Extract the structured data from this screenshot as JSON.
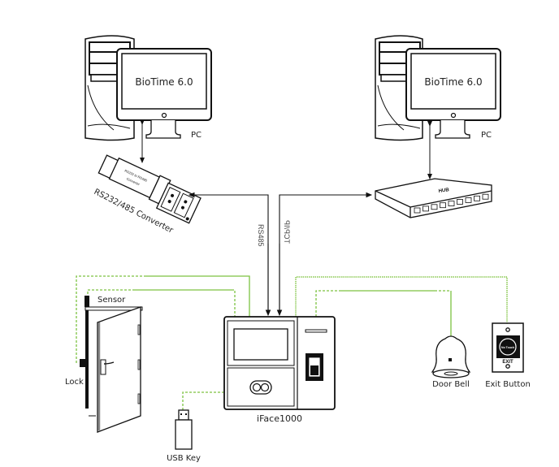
{
  "diagram": {
    "type": "access-control-wiring",
    "colors": {
      "data_line": "#111111",
      "wire": "#7dc242",
      "wire_light": "#a5d57a"
    },
    "pc_left": {
      "screen_text": "BioTime 6.0",
      "label": "PC"
    },
    "pc_right": {
      "screen_text": "BioTime 6.0",
      "label": "PC"
    },
    "converter": {
      "label": "RS232/485 Converter"
    },
    "hub": {
      "label": "HUB"
    },
    "links": {
      "rs485": "RS485",
      "tcpip": "TCP/IP"
    },
    "device": {
      "label": "iFace1000"
    },
    "door": {
      "sensor_label": "Sensor",
      "lock_label": "Lock"
    },
    "usb": {
      "label": "USB Key"
    },
    "door_bell": {
      "label": "Door Bell"
    },
    "exit_button": {
      "label": "Exit Button",
      "face_text": "No Touch",
      "plate_text": "EXIT"
    }
  }
}
